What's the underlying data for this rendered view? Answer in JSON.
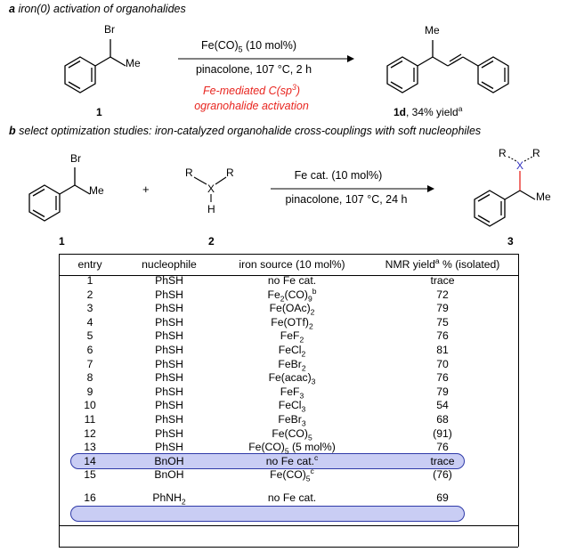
{
  "section_a": {
    "header_letter": "a",
    "header_text": "iron(0) activation of organohalides",
    "substituent_br": "Br",
    "substituent_me": "Me",
    "product_me": "Me",
    "reagent_main": "Fe(CO)",
    "reagent_sub": "5",
    "reagent_tail": " (10 mol%)",
    "conditions": "pinacolone, 107 °C, 2 h",
    "red_line1_pre": "Fe-mediated C(sp",
    "red_line1_sup": "3",
    "red_line1_post": ")",
    "red_line2": "ogranohalide activation",
    "label_start": "1",
    "label_product_bold": "1d",
    "label_product_text": ", 34% yield",
    "label_product_sup": "a"
  },
  "section_b": {
    "header_letter": "b",
    "header_text": "select optimization studies: iron-catalyzed organohalide cross-couplings with soft nucleophiles",
    "substituent_br": "Br",
    "substituent_me": "Me",
    "plus": "+",
    "nuc_r1": "R",
    "nuc_r2": "R",
    "nuc_x": "X",
    "nuc_h": "H",
    "reagent": "Fe cat. (10 mol%)",
    "conditions": "pinacolone, 107 °C, 24 h",
    "prod_r1": "R",
    "prod_r2": "R",
    "prod_x": "X",
    "prod_me": "Me",
    "label_1": "1",
    "label_2": "2",
    "label_3": "3"
  },
  "table": {
    "headers": {
      "entry": "entry",
      "nucleophile": "nucleophile",
      "iron": "iron source (10 mol%)",
      "yield_pre": "NMR yield",
      "yield_sup": "a",
      "yield_post": " % (isolated)"
    },
    "rows": [
      {
        "entry": "1",
        "nuc": "PhSH",
        "iron": "no Fe cat.",
        "yield": "trace"
      },
      {
        "entry": "2",
        "nuc": "PhSH",
        "iron_a": "Fe",
        "iron_s1": "2",
        "iron_b": "(CO)",
        "iron_s2": "9",
        "iron_sup": "b",
        "yield": "72"
      },
      {
        "entry": "3",
        "nuc": "PhSH",
        "iron_a": "Fe(OAc)",
        "iron_s1": "2",
        "yield": "79"
      },
      {
        "entry": "4",
        "nuc": "PhSH",
        "iron_a": "Fe(OTf)",
        "iron_s1": "2",
        "yield": "75"
      },
      {
        "entry": "5",
        "nuc": "PhSH",
        "iron_a": "FeF",
        "iron_s1": "2",
        "yield": "76"
      },
      {
        "entry": "6",
        "nuc": "PhSH",
        "iron_a": "FeCl",
        "iron_s1": "2",
        "yield": "81"
      },
      {
        "entry": "7",
        "nuc": "PhSH",
        "iron_a": "FeBr",
        "iron_s1": "2",
        "yield": "70"
      },
      {
        "entry": "8",
        "nuc": "PhSH",
        "iron_a": "Fe(acac)",
        "iron_s1": "3",
        "yield": "76"
      },
      {
        "entry": "9",
        "nuc": "PhSH",
        "iron_a": "FeF",
        "iron_s1": "3",
        "yield": "79"
      },
      {
        "entry": "10",
        "nuc": "PhSH",
        "iron_a": "FeCl",
        "iron_s1": "3",
        "yield": "54"
      },
      {
        "entry": "11",
        "nuc": "PhSH",
        "iron_a": "FeBr",
        "iron_s1": "3",
        "yield": "68"
      },
      {
        "entry": "12",
        "nuc": "PhSH",
        "iron_a": "Fe(CO)",
        "iron_s1": "5",
        "yield": "(91)"
      },
      {
        "entry": "13",
        "nuc": "PhSH",
        "iron_a": "Fe(CO)",
        "iron_s1": "5",
        "iron_tail": " (5 mol%)",
        "yield": "76"
      },
      {
        "entry": "14",
        "nuc": "BnOH",
        "iron": "no Fe cat.",
        "iron_sup": "c",
        "yield": "trace"
      },
      {
        "entry": "15",
        "nuc": "BnOH",
        "iron_a": "Fe(CO)",
        "iron_s1": "5",
        "iron_sup": "c",
        "yield": "(76)"
      },
      {
        "entry": "16",
        "nuc_a": "PhNH",
        "nuc_s": "2",
        "iron": "no Fe cat.",
        "yield": "69"
      }
    ]
  },
  "colors": {
    "highlight_fill": "#c9cdf4",
    "highlight_border": "#2f3aa8",
    "red_text": "#e8251f",
    "bond_highlight": "#e8251f"
  }
}
